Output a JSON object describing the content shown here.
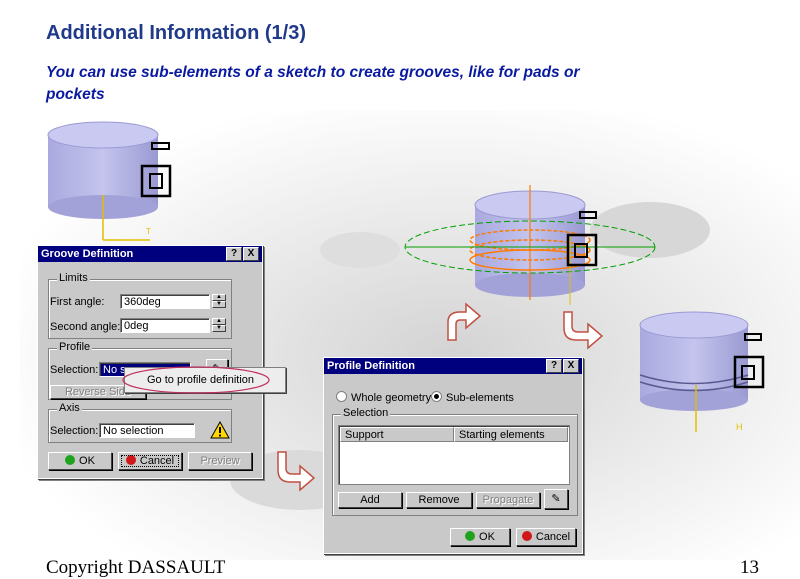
{
  "slide": {
    "title": "Additional Information (1/3)",
    "subtitle": "You can use sub-elements of a sketch to create grooves, like for pads or pockets",
    "copyright": "Copyright DASSAULT",
    "page_number": "13"
  },
  "groove_dialog": {
    "title": "Groove Definition",
    "help_label": "?",
    "close_label": "X",
    "limits_label": "Limits",
    "first_angle_label": "First angle:",
    "first_angle_value": "360deg",
    "second_angle_label": "Second angle:",
    "second_angle_value": "0deg",
    "profile_label": "Profile",
    "profile_selection_label": "Selection:",
    "profile_selection_value": "No s",
    "reverse_side_label": "Reverse Side",
    "axis_label": "Axis",
    "axis_selection_label": "Selection:",
    "axis_selection_value": "No selection",
    "ok_label": "OK",
    "cancel_label": "Cancel",
    "preview_label": "Preview"
  },
  "context_menu": {
    "item_label": "Go to profile definition"
  },
  "profile_dialog": {
    "title": "Profile Definition",
    "help_label": "?",
    "close_label": "X",
    "whole_geometry_label": "Whole geometry",
    "sub_elements_label": "Sub-elements",
    "selection_label": "Selection",
    "col_support": "Support",
    "col_starting": "Starting elements",
    "add_label": "Add",
    "remove_label": "Remove",
    "propagate_label": "Propagate",
    "ok_label": "OK",
    "cancel_label": "Cancel"
  },
  "colors": {
    "title": "#1f3a8a",
    "subtitle": "#0a1aa0",
    "dialog_bg": "#c9c9c9",
    "titlebar": "#00007f",
    "cylinder": "#b7b7e6",
    "groove_sketch": "#ff7a00",
    "axis_green": "#00a000"
  },
  "icons": [
    "warning-icon",
    "sketch-edit-icon",
    "ok-green-dot-icon",
    "cancel-red-dot-icon",
    "flow-arrow-icon"
  ]
}
